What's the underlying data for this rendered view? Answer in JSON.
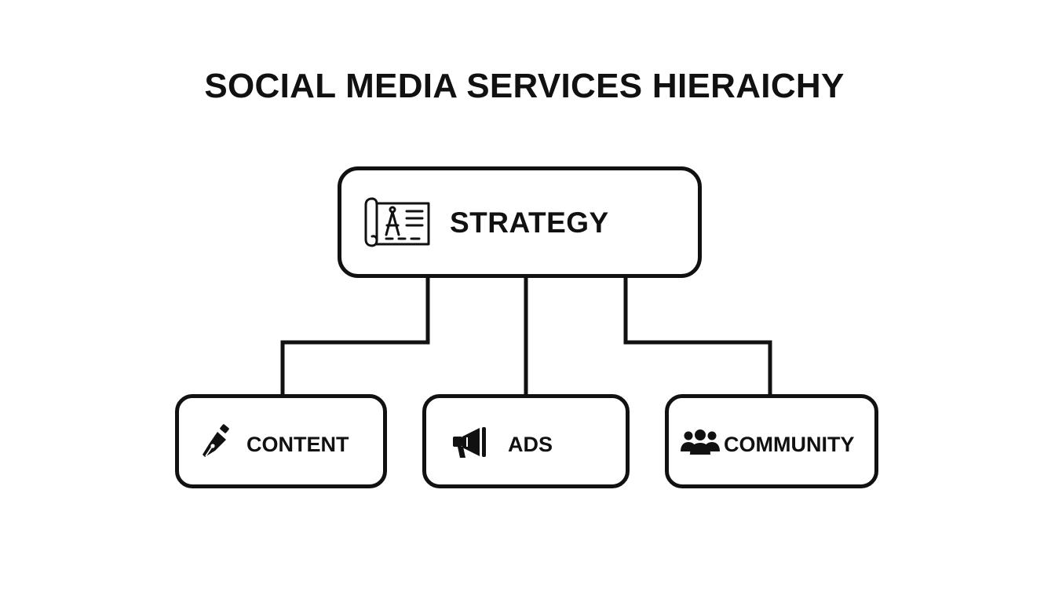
{
  "diagram": {
    "title": "SOCIAL MEDIA SERVICES HIERAICHY",
    "root": {
      "label": "STRATEGY",
      "icon": "blueprint-compass-icon"
    },
    "children": [
      {
        "label": "CONTENT",
        "icon": "pen-nib-icon"
      },
      {
        "label": "ADS",
        "icon": "megaphone-icon"
      },
      {
        "label": "COMMUNITY",
        "icon": "people-group-icon"
      }
    ],
    "colors": {
      "stroke": "#111111",
      "background": "#ffffff"
    }
  }
}
